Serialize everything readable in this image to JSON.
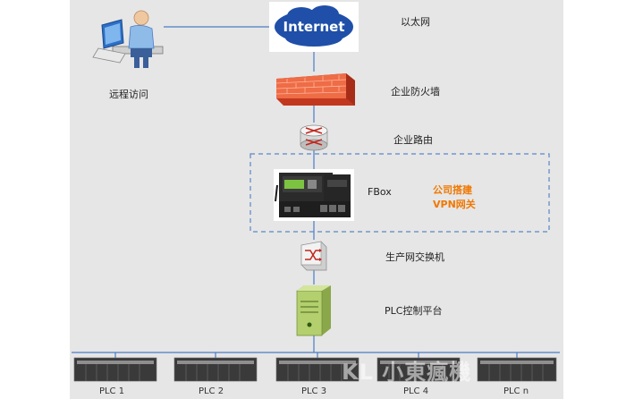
{
  "labels": {
    "ethernet": "以太网",
    "remote_access": "远程访问",
    "firewall": "企业防火墙",
    "router": "企业路由",
    "fbox": "FBox",
    "vpn_line1": "公司搭建",
    "vpn_line2": "VPN网关",
    "switch": "生产网交换机",
    "plc_platform": "PLC控制平台"
  },
  "internet_text": "Internet",
  "plc_racks": [
    "PLC 1",
    "PLC 2",
    "PLC 3",
    "PLC 4",
    "PLC n"
  ],
  "watermark": "KL 小東瘋機",
  "colors": {
    "panel": "#e6e6e6",
    "line": "#4a7cc4",
    "dashed": "#5b86c8",
    "accent": "#f07800",
    "internet_blue": "#1f4fa8",
    "firewall": "#e9553a"
  }
}
